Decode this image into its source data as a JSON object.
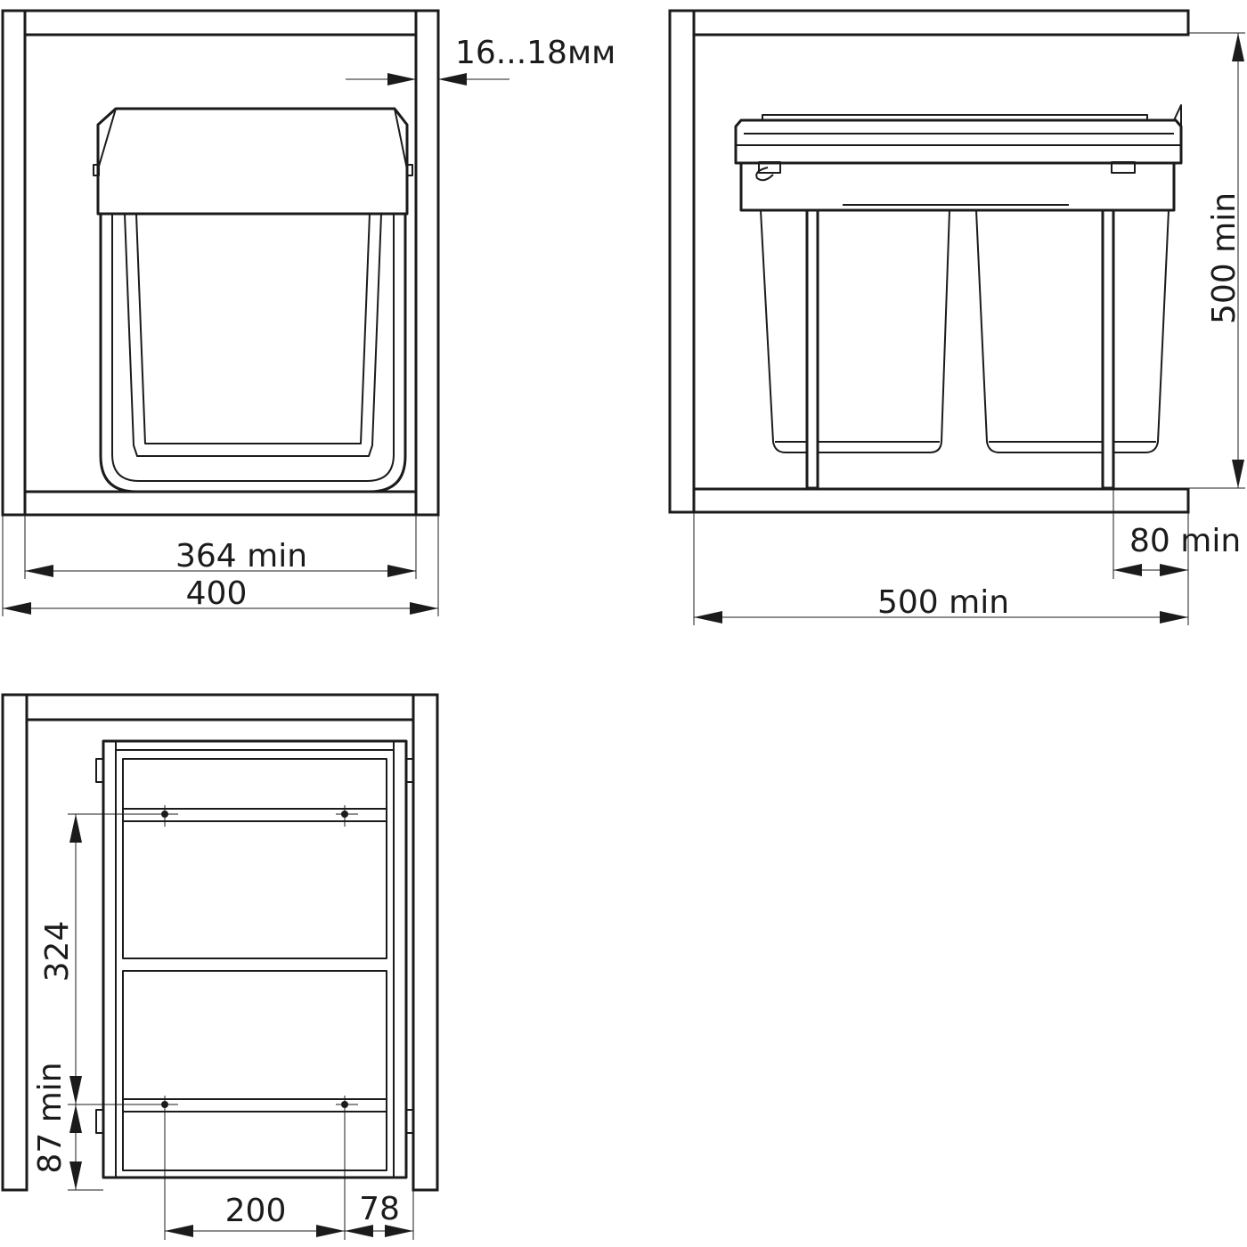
{
  "colors": {
    "line": "#1b1b1b",
    "background": "#ffffff"
  },
  "front_view": {
    "dims": {
      "panel_thickness": "16...18мм",
      "inner_width": "364 min",
      "outer_width": "400"
    }
  },
  "side_view": {
    "dims": {
      "height": "500 min",
      "rear_gap": "80 min",
      "depth": "500 min"
    }
  },
  "top_view": {
    "dims": {
      "rail_spacing": "324",
      "front_offset": "87 min",
      "hole_spacing": "200",
      "side_offset": "78"
    }
  }
}
